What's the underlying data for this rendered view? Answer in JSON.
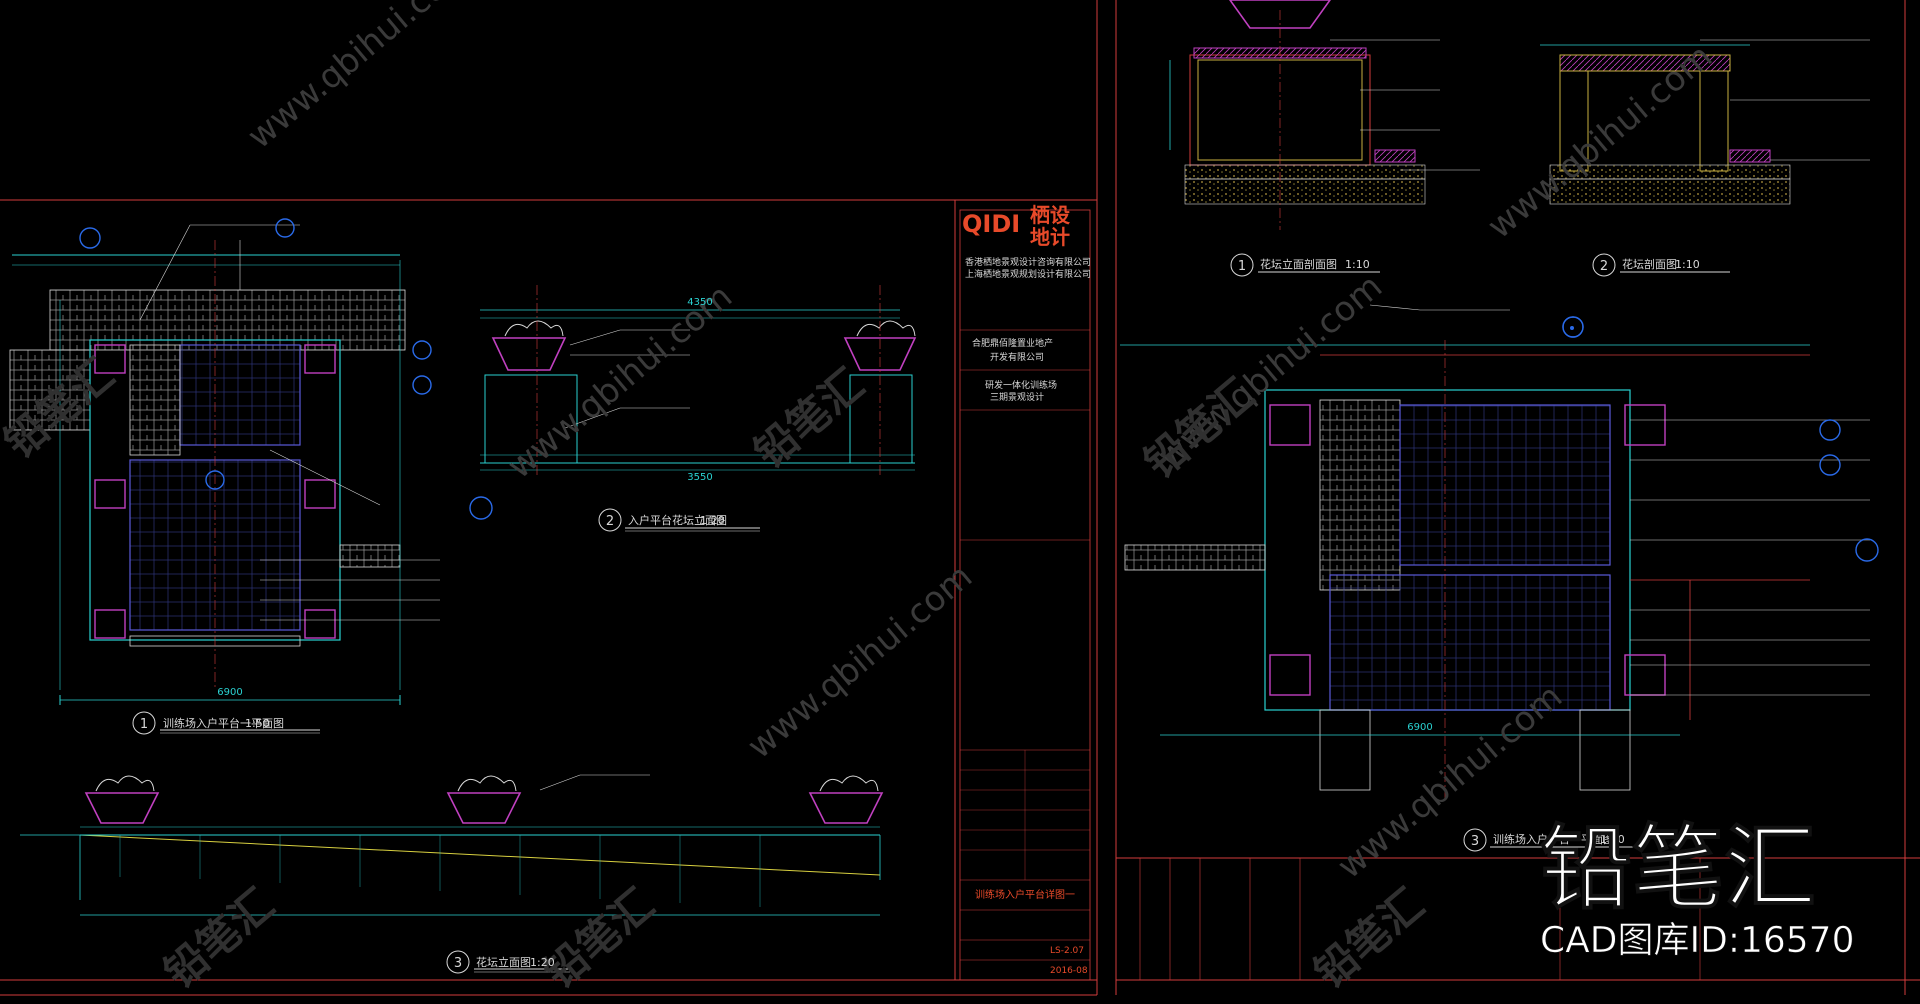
{
  "titles": {
    "view1": "训练场入户平台一平面图",
    "view1_scale": "1:50",
    "view1_num": "1",
    "view2": "入户平台花坛立面图",
    "view2_scale": "1:20",
    "view2_num": "2",
    "view3_left": "花坛立面图",
    "view3_left_scale": "1:20",
    "view3_left_num": "3",
    "right1": "花坛立面剖面图",
    "right1_scale": "1:10",
    "right1_num": "1",
    "right2": "花坛剖面图",
    "right2_scale": "1:10",
    "right2_num": "2",
    "right3": "训练场入户平台一平面图",
    "right3_scale": "1:50",
    "right3_num": "3"
  },
  "titleblock": {
    "brand_latin": "QIDI",
    "brand_cn_top": "栖设",
    "brand_cn_bottom": "地计",
    "company1": "香港栖地景观设计咨询有限公司",
    "company2": "上海栖地景观规划设计有限公司",
    "client1": "合肥鼎佰隆置业地产",
    "client2": "开发有限公司",
    "project1": "研发一体化训练场",
    "project2": "三期景观设计",
    "sheet_title": "训练场入户平台详图一",
    "sheet_no": "LS-2.07",
    "date": "2016-08"
  },
  "dimensions": {
    "plan_width": "6900",
    "elev_width": "4350",
    "elev_inner": "3550",
    "right_width": "6900"
  },
  "watermark": {
    "brand": "铅笔汇",
    "caption": "CAD图库ID:16570",
    "url": "www.qbihui.com"
  }
}
